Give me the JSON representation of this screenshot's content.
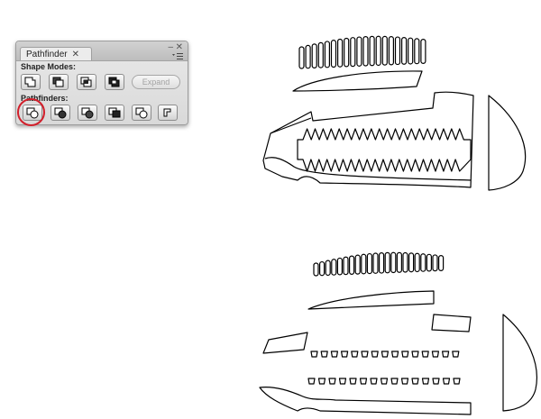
{
  "panel": {
    "tab_label": "Pathfinder",
    "tab_close": "✕",
    "minimize": "–",
    "close": "✕",
    "shape_modes_label": "Shape Modes:",
    "pathfinders_label": "Pathfinders:",
    "expand_label": "Expand",
    "shape_mode_buttons": [
      "unite-icon",
      "minus-front-icon",
      "intersect-icon",
      "exclude-icon"
    ],
    "pathfinder_buttons": [
      "divide-icon",
      "trim-icon",
      "merge-icon",
      "crop-icon",
      "outline-icon",
      "minus-back-icon"
    ],
    "highlight_color": "#d21f2b"
  },
  "artwork": {
    "stroke_color": "#000000",
    "fill_color": "#ffffff"
  }
}
